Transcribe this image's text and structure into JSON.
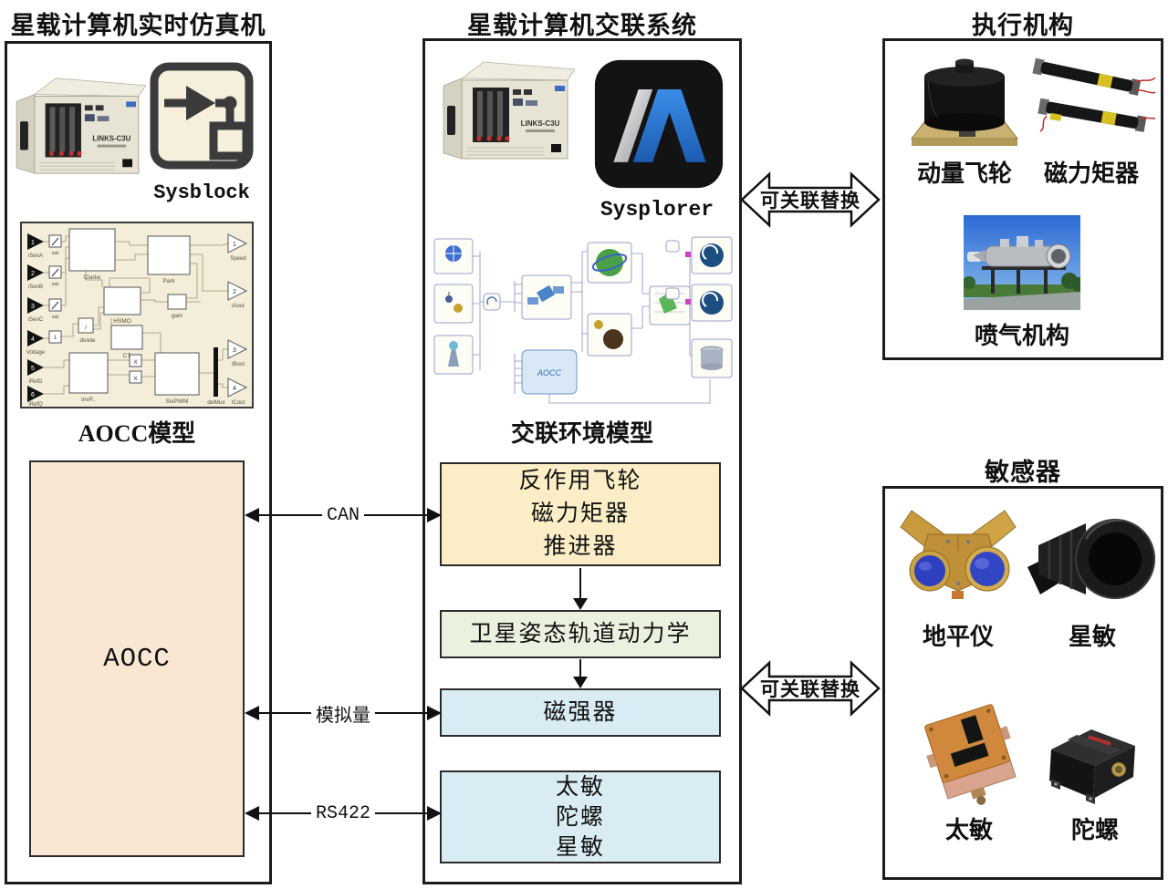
{
  "titles": {
    "left": "星载计算机实时仿真机",
    "center": "星载计算机交联系统",
    "actuators": "执行机构",
    "sensors": "敏感器"
  },
  "colors": {
    "actuator_block": "#fbeec6",
    "dynamics_block": "#eaf1de",
    "sensor_block": "#d9ebf3",
    "aocc_block": "#fae7d3",
    "model_bg": "#f3edda",
    "sysplorer_blue": "#2e7cd6"
  },
  "left_panel": {
    "device_label": "LINKS-C3U",
    "tool_label": "Sysblock",
    "model_caption": "AOCC模型",
    "controller_label": "AOCC",
    "model": {
      "inputs": [
        {
          "n": "1",
          "name": "iSenA"
        },
        {
          "n": "2",
          "name": "iSenB"
        },
        {
          "n": "3",
          "name": "iSenC"
        },
        {
          "n": "4",
          "name": "Voltage"
        },
        {
          "n": "5",
          "name": "iRefD"
        },
        {
          "n": "6",
          "name": "iRefQ"
        }
      ],
      "outputs": [
        {
          "n": "1",
          "name": "Speed"
        },
        {
          "n": "2",
          "name": "iAout"
        },
        {
          "n": "3",
          "name": "tBout"
        },
        {
          "n": "4",
          "name": "tCout"
        }
      ],
      "blocks": [
        "Clarke",
        "Park",
        "HSMO",
        "gain",
        "CT",
        "divide",
        "invP..",
        "SixPWM",
        "deMux"
      ],
      "sat_label": "sat.",
      "con_label": "1",
      "x_label": "X"
    }
  },
  "center_panel": {
    "device_label": "LINKS-C3U",
    "tool_label": "Sysplorer",
    "model_caption": "交联环境模型",
    "model_aocc_label": "AOCC",
    "flow_blocks": [
      {
        "lines": [
          "反作用飞轮",
          "磁力矩器",
          "推进器"
        ],
        "fill": "#fbeec6"
      },
      {
        "lines": [
          "卫星姿态轨道动力学"
        ],
        "fill": "#eaf1de"
      },
      {
        "lines": [
          "磁强器"
        ],
        "fill": "#d9ebf3"
      },
      {
        "lines": [
          "太敏",
          "陀螺",
          "星敏"
        ],
        "fill": "#d9ebf3"
      }
    ]
  },
  "buses": [
    {
      "label": "CAN"
    },
    {
      "label": "模拟量"
    },
    {
      "label": "RS422"
    }
  ],
  "replace_arrow_label": "可关联替换",
  "actuators_panel": {
    "items": [
      {
        "label": "动量飞轮"
      },
      {
        "label": "磁力矩器"
      },
      {
        "label": "喷气机构"
      }
    ]
  },
  "sensors_panel": {
    "items": [
      {
        "label": "地平仪"
      },
      {
        "label": "星敏"
      },
      {
        "label": "太敏"
      },
      {
        "label": "陀螺"
      }
    ]
  }
}
